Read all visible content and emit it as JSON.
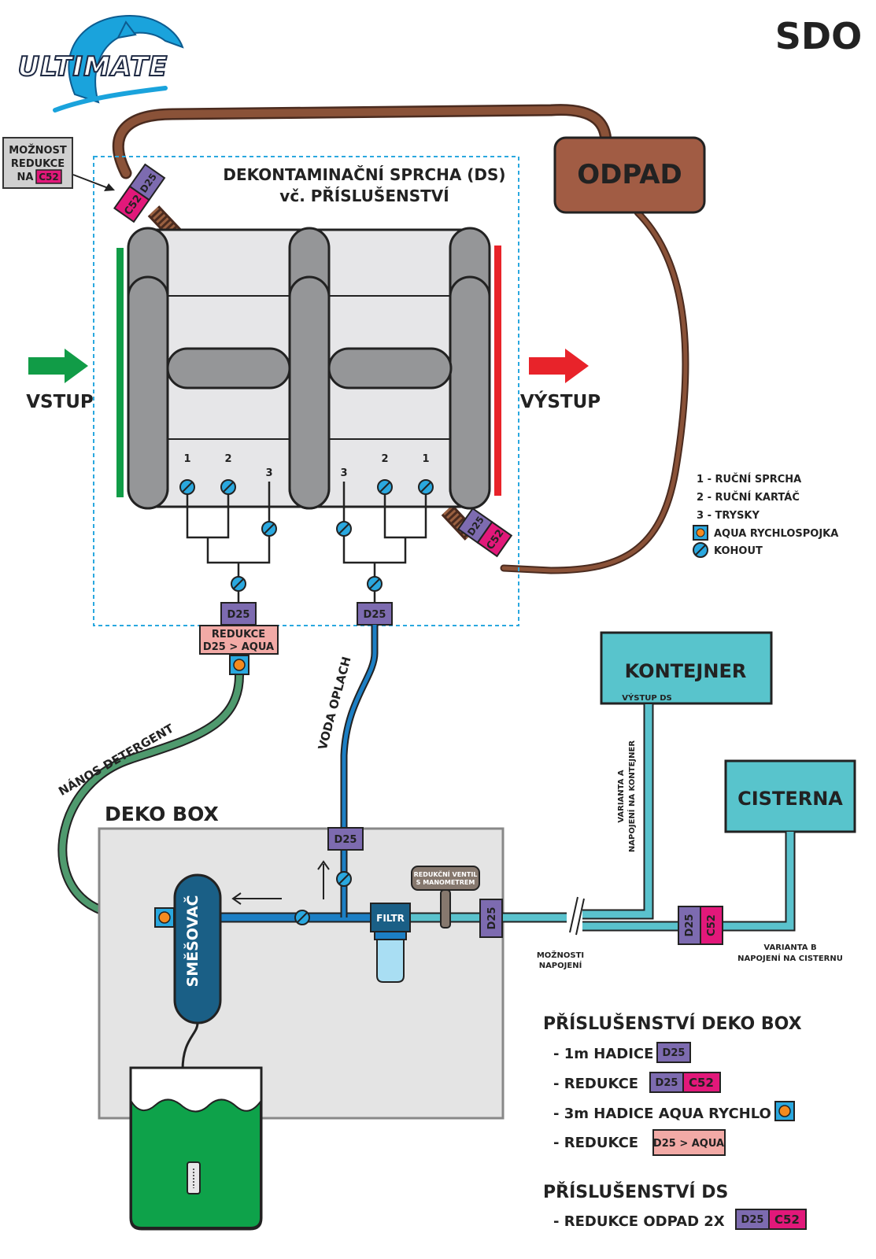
{
  "brand": {
    "logo_text": "ULTIMATE",
    "code": "SDO"
  },
  "colors": {
    "waste_hose": "#8a5238",
    "waste_box": "#a15c44",
    "waste_edge": "#4a2b1f",
    "d25": "#7d6bb0",
    "c52": "#e2187a",
    "aqua_box": "#f2aaa6",
    "water": "#1c7fc4",
    "water_light": "#5ac2cd",
    "cyan_box": "#58c4cc",
    "detergent": "#4f9a6e",
    "green_arrow": "#119c47",
    "red_arrow": "#e8232a",
    "dekobox_bg": "#e4e4e4",
    "roller": "#959698",
    "shower_bg": "#e6e6e8",
    "mixer": "#1a5f86",
    "tank_green": "#0ea24a",
    "orange": "#f48a1f"
  },
  "shower": {
    "title_line1": "DEKONTAMINAČNÍ SPRCHA (DS)",
    "title_line2": "vč. PŘÍSLUŠENSTVÍ",
    "input_label": "VSTUP",
    "output_label": "VÝSTUP",
    "tap_numbers": {
      "one": "1",
      "two": "2",
      "three": "3"
    }
  },
  "reduction_note": {
    "line1": "MOŽNOST",
    "line2": "REDUKCE",
    "line3": "NA",
    "badge": "C52"
  },
  "waste": {
    "label": "ODPAD"
  },
  "connectors": {
    "d25": "D25",
    "c52": "C52"
  },
  "reduction_d25_aqua": {
    "line1": "REDUKCE",
    "line2": "D25 > AQUA"
  },
  "hoses": {
    "detergent_label": "NÁNOS DETERGENT",
    "rinse_label": "VODA OPLACH"
  },
  "legend": {
    "item1": "1 - RUČNÍ SPRCHA",
    "item2": "2 - RUČNÍ KARTÁČ",
    "item3": "3 - TRYSKY",
    "item4": "AQUA RYCHLOSPOJKA",
    "item5": "KOHOUT"
  },
  "deko_box": {
    "title": "DEKO BOX",
    "mixer_label": "SMĚŠOVAČ",
    "filter_label": "FILTR",
    "valve_line1": "REDUKČNÍ VENTIL",
    "valve_line2": "S MANOMETREM",
    "connection_line1": "MOŽNOSTI",
    "connection_line2": "NAPOJENÍ"
  },
  "container": {
    "label": "KONTEJNER",
    "sub": "VÝSTUP DS",
    "variant_line1": "VARIANTA A",
    "variant_line2": "NAPOJENÍ NA KONTEJNER"
  },
  "cistern": {
    "label": "CISTERNA",
    "variant_line1": "VARIANTA B",
    "variant_line2": "NAPOJENÍ NA CISTERNU"
  },
  "accessories_dekobox": {
    "title": "PŘÍSLUŠENSTVÍ DEKO BOX",
    "items": [
      {
        "label": "- 1m HADICE"
      },
      {
        "label": "- REDUKCE"
      },
      {
        "label": "- 3m HADICE AQUA RYCHLO"
      },
      {
        "label": "- REDUKCE",
        "badge": "D25 > AQUA"
      }
    ]
  },
  "accessories_ds": {
    "title": "PŘÍSLUŠENSTVÍ DS",
    "items": [
      {
        "label": "- REDUKCE ODPAD 2X"
      }
    ]
  }
}
